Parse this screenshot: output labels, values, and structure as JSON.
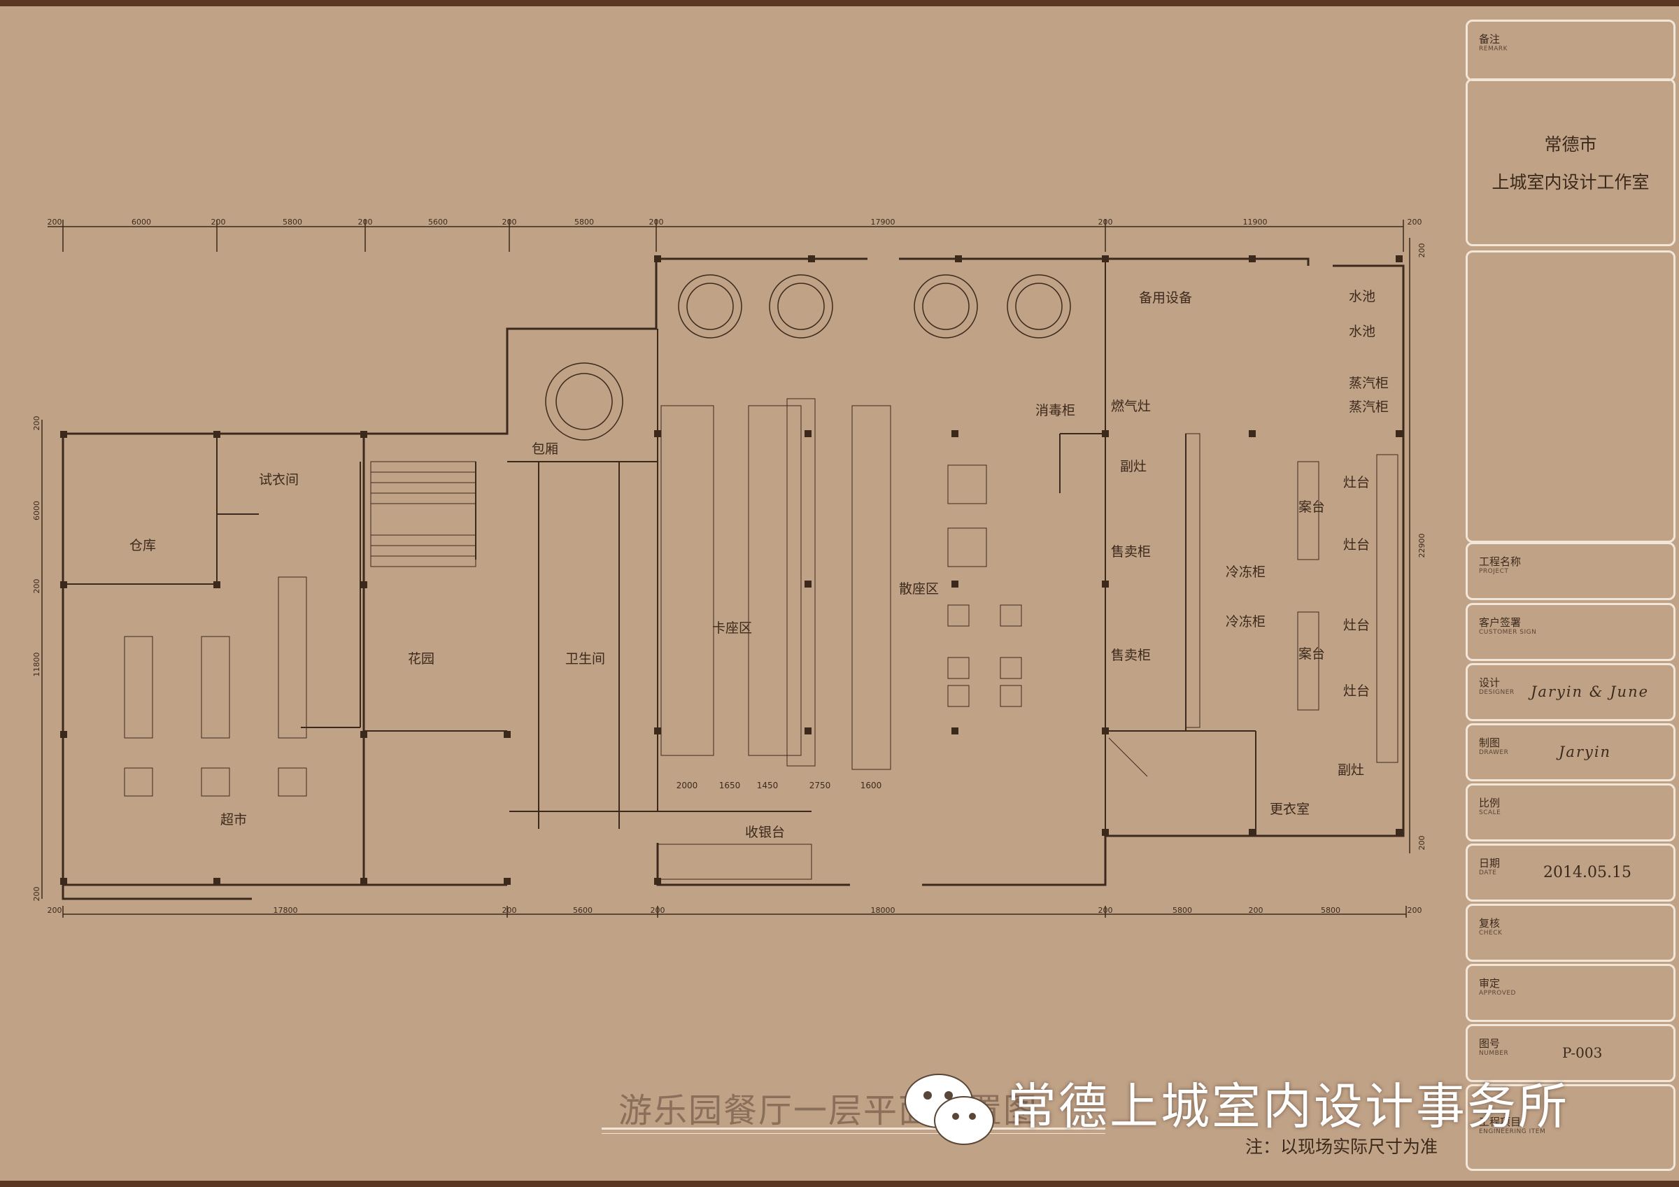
{
  "plan": {
    "title": "游乐园餐厅一层平面布置图",
    "note": "注：以现场实际尺寸为准",
    "watermark": "常德上城室内设计事务所"
  },
  "title_block": {
    "remarks": {
      "label": "备注",
      "sub": "REMARK"
    },
    "studio": {
      "city": "常德市",
      "name": "上城室内设计工作室"
    },
    "project_name": {
      "label": "工程名称",
      "sub": "PROJECT"
    },
    "client_sign": {
      "label": "客户签署",
      "sub": "CUSTOMER SIGN"
    },
    "designer": {
      "label": "设计",
      "sub": "DESIGNER",
      "value": "Jaryin & June"
    },
    "drawer": {
      "label": "制图",
      "sub": "DRAWER",
      "value": "Jaryin"
    },
    "scale": {
      "label": "比例",
      "sub": "SCALE"
    },
    "date": {
      "label": "日期",
      "sub": "DATE",
      "value": "2014.05.15"
    },
    "check": {
      "label": "复核",
      "sub": "CHECK"
    },
    "approved": {
      "label": "审定",
      "sub": "APPROVED"
    },
    "drawing_no": {
      "label": "图号",
      "sub": "NUMBER",
      "value": "P-003"
    },
    "eng_title": {
      "label": "工程项目",
      "sub": "ENGINEERING ITEM"
    }
  },
  "dimensions": {
    "top": [
      "200",
      "6000",
      "200",
      "5800",
      "200",
      "5600",
      "200",
      "5800",
      "200",
      "17900",
      "200",
      "11900",
      "200"
    ],
    "bottom": [
      "200",
      "17800",
      "200",
      "5600",
      "200",
      "18000",
      "200",
      "5800",
      "200",
      "5800",
      "200"
    ],
    "left": [
      "200",
      "6000",
      "200",
      "11800",
      "200"
    ],
    "right": [
      "200",
      "22900",
      "200"
    ],
    "booth": [
      "2000",
      "1650",
      "1450",
      "2750",
      "1600"
    ]
  },
  "rooms": {
    "warehouse": "仓库",
    "fitting_room": "试衣间",
    "garden": "花园",
    "supermarket": "超市",
    "private_room": "包厢",
    "toilet": "卫生间",
    "booth_area": "卡座区",
    "casual_seating": "散座区",
    "cashier": "收银台",
    "backup_equipment": "备用设备",
    "sink1": "水池",
    "sink2": "水池",
    "steam_cabinet1": "蒸汽柜",
    "steam_cabinet2": "蒸汽柜",
    "disinfection_cabinet": "消毒柜",
    "gas_stove": "燃气灶",
    "side_stove_top": "副灶",
    "side_stove_bottom": "副灶",
    "sales_counter1": "售卖柜",
    "sales_counter2": "售卖柜",
    "freezer1": "冷冻柜",
    "freezer2": "冷冻柜",
    "prep_table1": "案台",
    "prep_table2": "案台",
    "stove1": "灶台",
    "stove2": "灶台",
    "stove3": "灶台",
    "stove4": "灶台",
    "locker_room": "更衣室"
  }
}
